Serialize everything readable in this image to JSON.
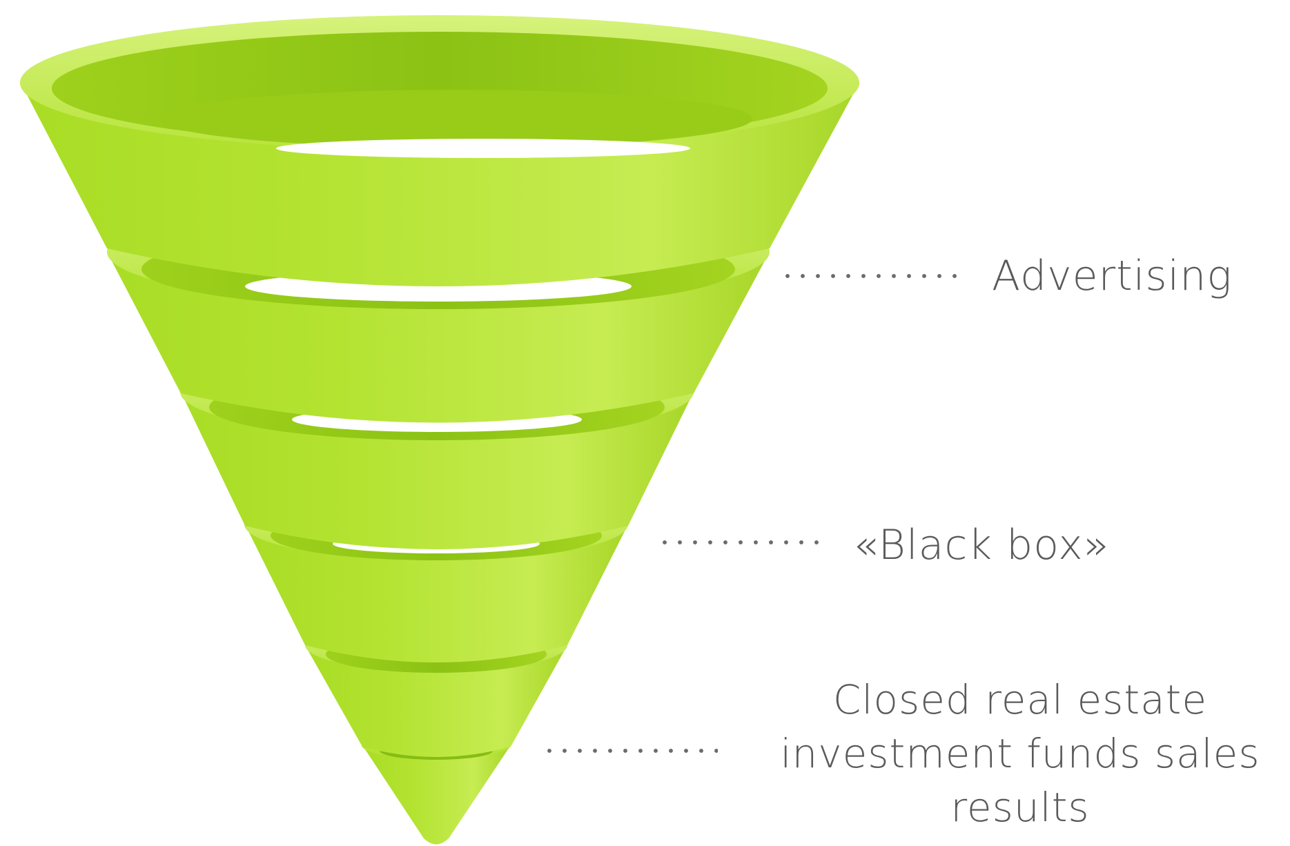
{
  "diagram": {
    "stages": [
      {
        "label": "Advertising"
      },
      {
        "label": "«Black box»"
      },
      {
        "label": "Closed real estate investment funds sales results"
      }
    ]
  },
  "colors": {
    "funnel_light": "#c4ec4a",
    "funnel_mid": "#a6dc22",
    "funnel_dark": "#7fb012",
    "label_text": "#5a5a5a"
  }
}
